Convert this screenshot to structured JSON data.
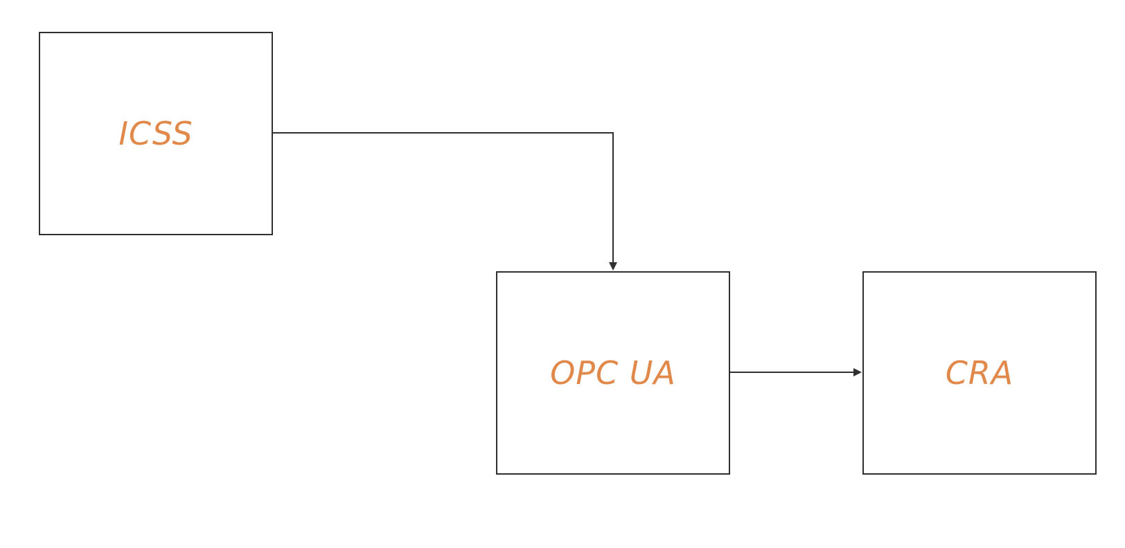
{
  "diagram": {
    "nodes": [
      {
        "id": "icss",
        "label": "ICSS"
      },
      {
        "id": "opcua",
        "label": "OPC UA"
      },
      {
        "id": "cra",
        "label": "CRA"
      }
    ],
    "edges": [
      {
        "from": "icss",
        "to": "opcua"
      },
      {
        "from": "opcua",
        "to": "cra"
      }
    ],
    "colors": {
      "label": "#e0894a",
      "stroke": "#2f2f2f",
      "background": "#ffffff"
    }
  }
}
